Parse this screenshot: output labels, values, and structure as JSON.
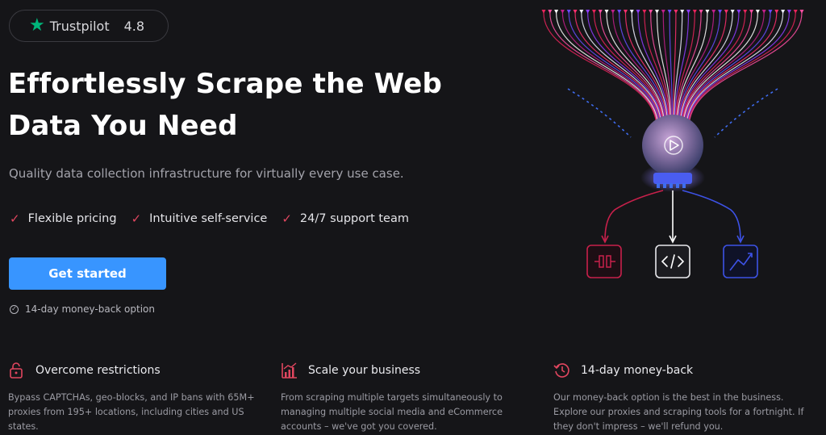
{
  "trustpilot": {
    "icon": "star-icon",
    "name": "Trustpilot",
    "rating": "4.8",
    "color": "#00b67a"
  },
  "hero": {
    "headline": "Effortlessly Scrape the Web Data You Need",
    "subtitle": "Quality data collection infrastructure for virtually every use case.",
    "features": [
      {
        "icon": "checkmark-icon",
        "label": "Flexible pricing"
      },
      {
        "icon": "checkmark-icon",
        "label": "Intuitive self-service"
      },
      {
        "icon": "checkmark-icon",
        "label": "24/7 support team"
      }
    ],
    "cta_label": "Get started",
    "moneyback_note": "14-day money-back option"
  },
  "illustration": {
    "center_icon": "play-icon",
    "outputs": [
      {
        "icon": "plug-icon",
        "color": "#c8204b"
      },
      {
        "icon": "code-icon",
        "color": "#ffffff"
      },
      {
        "icon": "chart-line-icon",
        "color": "#3d52e6"
      }
    ]
  },
  "benefits": [
    {
      "icon": "lock-open-icon",
      "title": "Overcome restrictions",
      "description": "Bypass CAPTCHAs, geo-blocks, and IP bans with 65M+ proxies from 195+ locations, including cities and US states."
    },
    {
      "icon": "bar-chart-icon",
      "title": "Scale your business",
      "description": "From scraping multiple targets simultaneously to managing multiple social media and eCommerce accounts – we've got you covered."
    },
    {
      "icon": "clock-refund-icon",
      "title": "14-day money-back",
      "description": "Our money-back option is the best in the business. Explore our proxies and scraping tools for a fortnight. If they don't impress – we'll refund you."
    }
  ],
  "colors": {
    "accent": "#3895ff",
    "check": "#e1465f",
    "background": "#151518"
  }
}
